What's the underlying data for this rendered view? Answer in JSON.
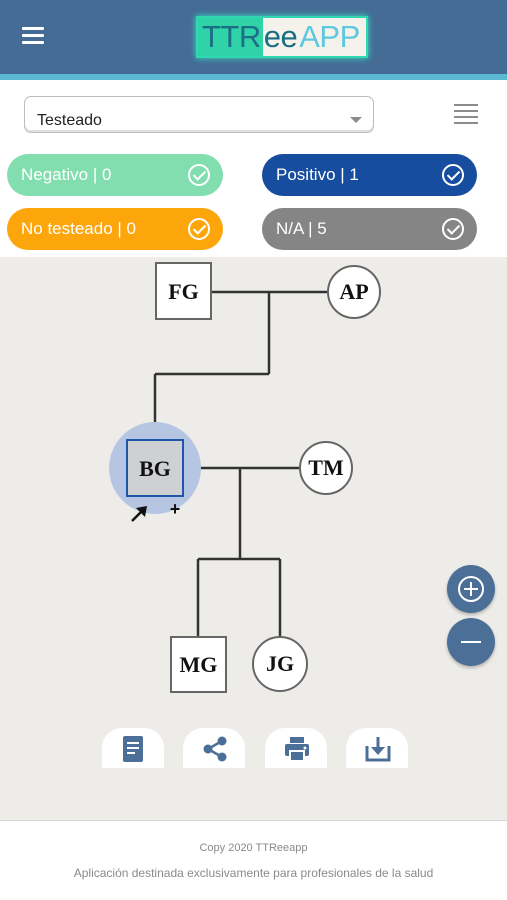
{
  "header": {
    "menu_icon": "hamburger-menu-icon",
    "logo": {
      "part1": "TTR",
      "part2": "ee",
      "part3": "APP"
    },
    "colors": {
      "bar": "#446c95",
      "accent": "#5bb9d3",
      "logo_teal": "#2fd3a7"
    }
  },
  "filter": {
    "selected": "Testeado",
    "list_icon": "list-view-icon"
  },
  "status_chips": {
    "negative": {
      "label": "Negativo | 0",
      "color": "#82deae"
    },
    "positive": {
      "label": "Positivo | 1",
      "color": "#174d9e"
    },
    "not_tested": {
      "label": "No testeado | 0",
      "color": "#fda60c"
    },
    "na": {
      "label": "N/A | 5",
      "color": "#858585"
    }
  },
  "tree": {
    "nodes": {
      "fg": "FG",
      "ap": "AP",
      "bg": "BG",
      "tm": "TM",
      "mg": "MG",
      "jg": "JG"
    },
    "selected_node": "BG",
    "selected_marker": "+"
  },
  "zoom": {
    "in_icon": "zoom-in-icon",
    "out_icon": "zoom-out-icon"
  },
  "actions": [
    "document-icon",
    "share-icon",
    "print-icon",
    "download-icon"
  ],
  "footer": {
    "copy": "Copy 2020 TTReeapp",
    "note": "Aplicación destinada exclusivamente para profesionales de la salud"
  }
}
